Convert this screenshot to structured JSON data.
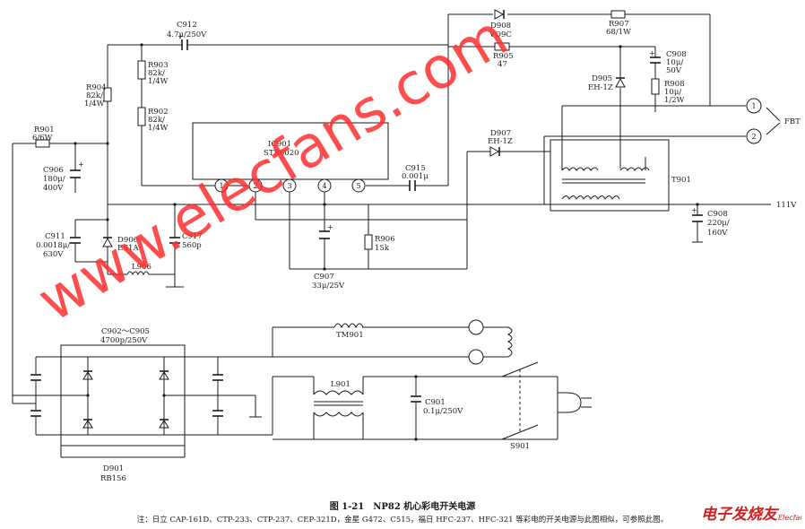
{
  "labels": {
    "c912": "C912",
    "c912_val": "4.7μ/250V",
    "d908": "D908",
    "d908_val": "VO9C",
    "r907": "R907",
    "r907_val": "68/1W",
    "r905": "R905",
    "r905_val": "47",
    "c908a": "C908",
    "c908a_val1": "10μ/",
    "c908a_val2": "50V",
    "d905": "D905",
    "d905_val": "EH-1Z",
    "r908": "R908",
    "r908_val1": "10μ/",
    "r908_val2": "1/2W",
    "r903": "R903",
    "r903_val1": "82k/",
    "r903_val2": "1/4W",
    "r904": "R904",
    "r904_val1": "82k/",
    "r904_val2": "1/4W",
    "r902": "R902",
    "r902_val1": "82k/",
    "r902_val2": "1/4W",
    "r901": "R901",
    "r901_val": "6/6W",
    "ic901": "IC901",
    "ic901_val": "STR6020",
    "d907": "D907",
    "d907_val": "EH-1Z",
    "fbt": "FBT",
    "c906": "C906",
    "c906_val1": "180μ/",
    "c906_val2": "400V",
    "c915": "C915",
    "c915_val": "0.001μ",
    "t901": "T901",
    "c908b": "C908",
    "c908b_val1": "220μ/",
    "c908b_val2": "160V",
    "v111": "111V",
    "c911": "C911",
    "c911_val1": "0.0018μ/",
    "c911_val2": "630V",
    "d906": "D906",
    "d906_val": "ES1A",
    "c917": "C917",
    "c917_val": "560p",
    "l906": "L906",
    "r906": "R906",
    "r906_val": "15k",
    "c907": "C907",
    "c907_val": "33μ/25V",
    "c902": "C902～C905",
    "c902_val": "4700p/250V",
    "tm901": "TM901",
    "l901": "L901",
    "c901": "C901",
    "c901_val": "0.1μ/250V",
    "s901": "S901",
    "d901": "D901",
    "d901_val": "RB156",
    "pins": [
      "1",
      "2",
      "3",
      "4",
      "5"
    ],
    "fbt_pins": [
      "1",
      "2"
    ]
  },
  "caption": {
    "title": "图 1-21　NP82 机心彩电开关电源",
    "note": "注：日立 CAP-161D、CTP-233、CTP-237、CEP-321D，金星 G472、C515，福日 HFC-237、HFC-321 等彩电的开关电源与此图相似，可参照此图。"
  },
  "watermark": "www.elecfans.com",
  "logo": {
    "main": "电子发烧友",
    "sub": "Elecfans.com"
  },
  "colors": {
    "ink": "#1a1a1a",
    "watermark": "#ff2d2d",
    "logo": "#d21f1f"
  }
}
